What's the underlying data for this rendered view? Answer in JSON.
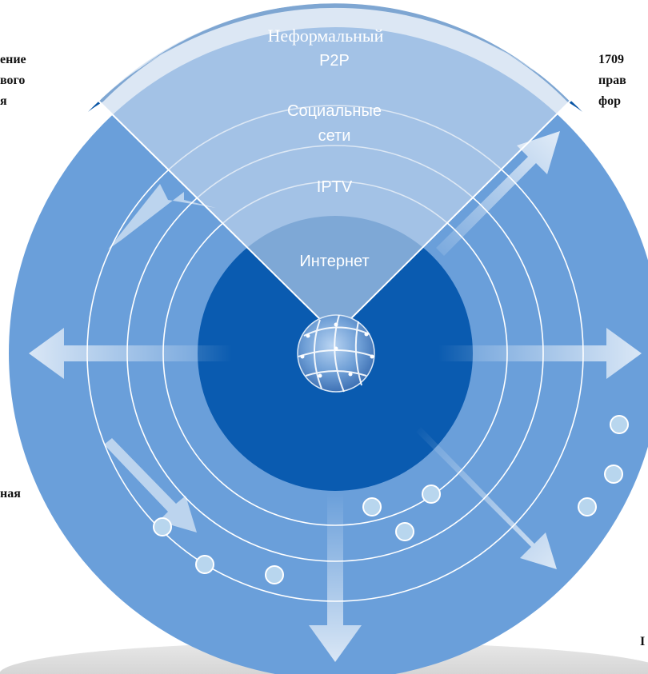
{
  "diagram": {
    "sector_title": "Неформальный",
    "rings": {
      "p2p": "P2P",
      "social_line1": "Социальные",
      "social_line2": "сети",
      "iptv": "IPTV",
      "internet": "Интернет"
    },
    "side_texts": {
      "left_top": [
        "ение",
        "вого",
        "я"
      ],
      "left_bottom": [
        "ная"
      ],
      "right_top": [
        "1709",
        "прав",
        "фор"
      ],
      "right_bottom": [
        "I"
      ]
    },
    "colors": {
      "outer_circle": "#6a9fda",
      "inner_circle": "#0a5bb0",
      "arc_band": "#0a56a6",
      "sector": "#a8c4e2",
      "ring_lines": "#ffffff"
    },
    "icons": [
      "globe-icon",
      "arrow-icon",
      "dot-icon"
    ]
  }
}
